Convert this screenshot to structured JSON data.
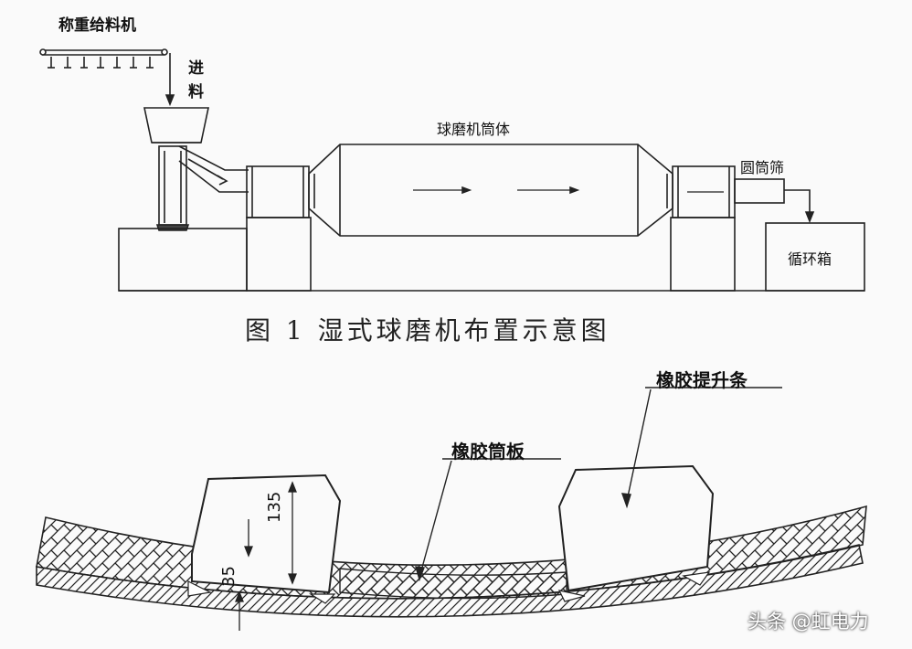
{
  "fig1": {
    "feeder_label": "称重给料机",
    "feed_label_1": "进",
    "feed_label_2": "料",
    "mill_label": "球磨机筒体",
    "screen_label": "圆筒筛",
    "tank_label": "循环箱",
    "caption": "图 1  湿式球磨机布置示意图"
  },
  "fig2": {
    "lifter_label": "橡胶提升条",
    "liner_label": "橡胶筒板",
    "dim_135": "135",
    "dim_35": "35"
  },
  "watermark": "头条 @虹电力"
}
